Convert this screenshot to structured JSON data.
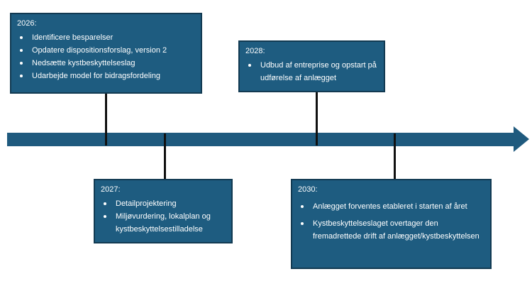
{
  "timeline": {
    "colors": {
      "box_fill": "#1e5c80",
      "box_border": "#123a52",
      "arrow": "#1f5a7e",
      "connector": "#111111",
      "text": "#ffffff"
    },
    "entries": [
      {
        "year": "2026:",
        "items": [
          "Identificere besparelser",
          "Opdatere dispositionsforslag, version 2",
          "Nedsætte kystbeskyttelseslag",
          "Udarbejde model for bidragsfordeling"
        ]
      },
      {
        "year": "2027:",
        "items": [
          "Detailprojektering",
          "Miljøvurdering, lokalplan og kystbeskyttelsestilladelse"
        ]
      },
      {
        "year": "2028:",
        "items": [
          "Udbud af entreprise og opstart på udførelse af anlægget"
        ]
      },
      {
        "year": "2030:",
        "items": [
          "Anlægget forventes etableret i starten af året",
          "Kystbeskyttelseslaget overtager den fremadrettede drift af anlægget/kystbeskyttelsen"
        ]
      }
    ]
  }
}
